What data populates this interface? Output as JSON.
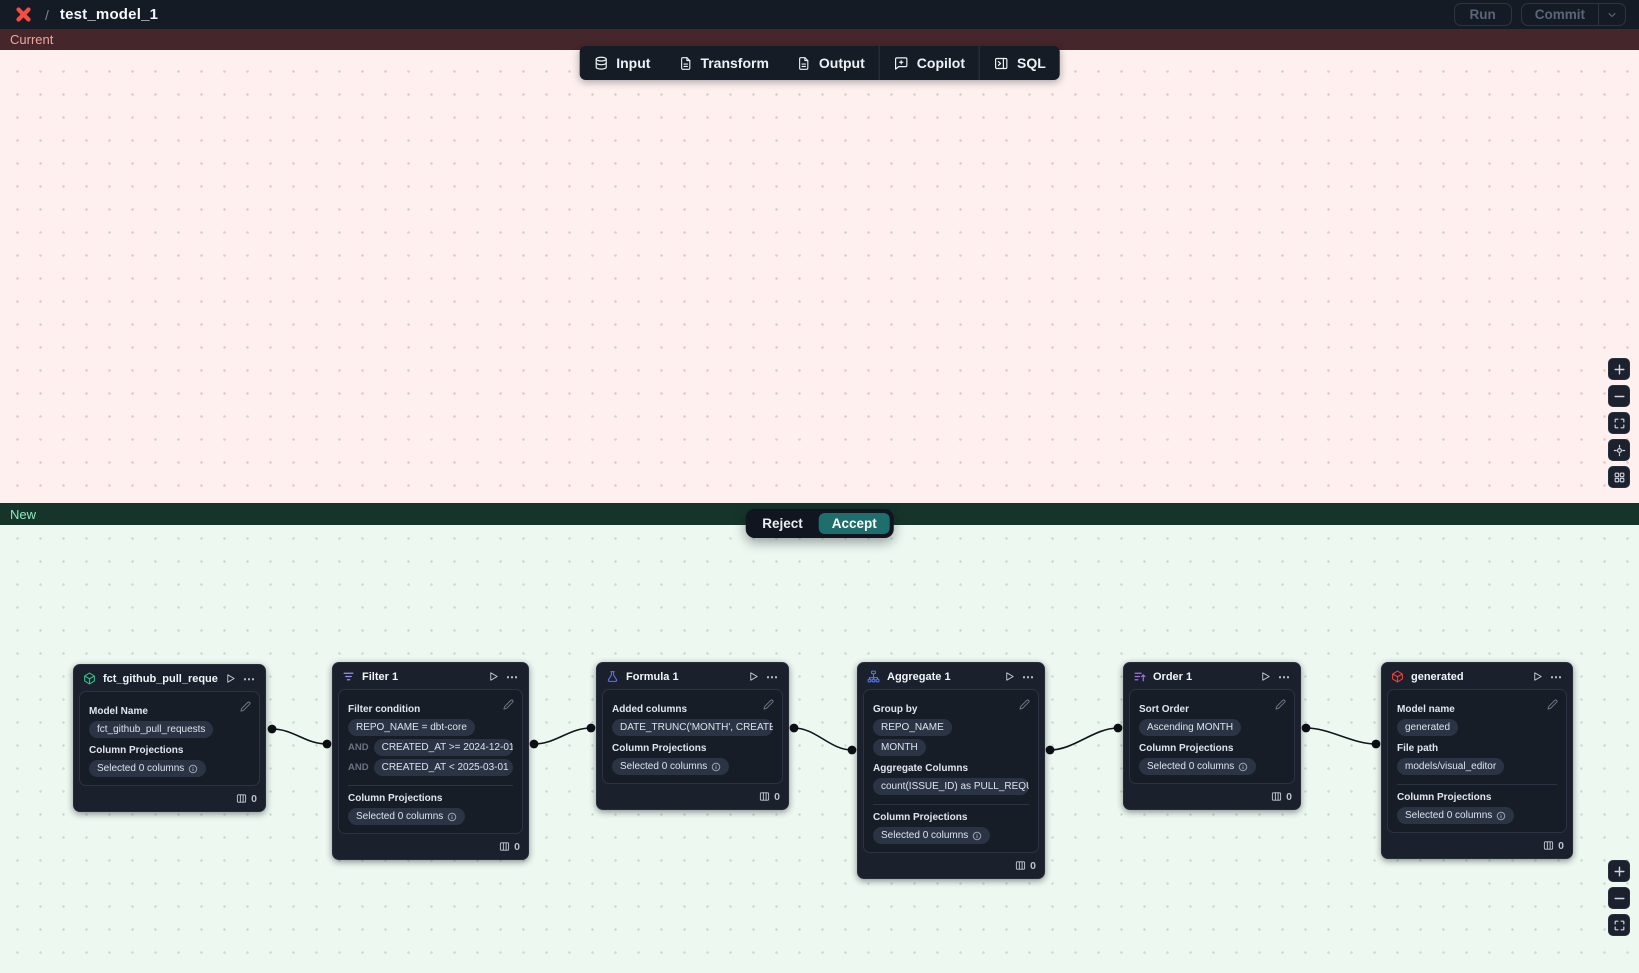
{
  "topbar": {
    "logo_icon": "dbt-logo",
    "separator": "/",
    "title": "test_model_1",
    "run_label": "Run",
    "commit_label": "Commit",
    "commit_chevron_icon": "chevron-down-icon"
  },
  "toolbar": {
    "items": [
      {
        "icon": "database-icon",
        "label": "Input"
      },
      {
        "icon": "document-icon",
        "label": "Transform"
      },
      {
        "icon": "document-icon",
        "label": "Output"
      },
      {
        "icon": "chat-plus-icon",
        "label": "Copilot"
      },
      {
        "icon": "panel-right-icon",
        "label": "SQL"
      }
    ]
  },
  "diff": {
    "current_label": "Current",
    "new_label": "New",
    "reject_label": "Reject",
    "accept_label": "Accept"
  },
  "canvas_controls": {
    "current": [
      "zoom-in",
      "zoom-out",
      "fit-view",
      "toggle-interactivity",
      "tidy-layout"
    ],
    "new": [
      "zoom-in",
      "zoom-out",
      "fit-view"
    ]
  },
  "nodes": [
    {
      "title": "fct_github_pull_requests",
      "icon": "cube-icon",
      "fields": [
        {
          "label": "Model Name",
          "pills": [
            {
              "text": "fct_github_pull_requests"
            }
          ]
        },
        {
          "label": "Column Projections",
          "pills": [
            {
              "text": "Selected 0 columns",
              "info": true
            }
          ]
        }
      ],
      "footer_count": "0"
    },
    {
      "title": "Filter 1",
      "icon": "filter-icon",
      "fields": [
        {
          "label": "Filter condition",
          "pills": [
            {
              "text": "REPO_NAME = dbt-core"
            },
            {
              "prefix": "AND",
              "text": "CREATED_AT >= 2024-12-01"
            },
            {
              "prefix": "AND",
              "text": "CREATED_AT < 2025-03-01"
            }
          ]
        },
        {
          "label": "Column Projections",
          "pills": [
            {
              "text": "Selected 0 columns",
              "info": true
            }
          ]
        }
      ],
      "footer_count": "0"
    },
    {
      "title": "Formula 1",
      "icon": "flask-icon",
      "fields": [
        {
          "label": "Added columns",
          "pills": [
            {
              "text": "DATE_TRUNC('MONTH', CREATED_AT…"
            }
          ]
        },
        {
          "label": "Column Projections",
          "pills": [
            {
              "text": "Selected 0 columns",
              "info": true
            }
          ]
        }
      ],
      "footer_count": "0"
    },
    {
      "title": "Aggregate 1",
      "icon": "sitemap-icon",
      "fields": [
        {
          "label": "Group by",
          "pills": [
            {
              "text": "REPO_NAME"
            },
            {
              "text": "MONTH"
            }
          ]
        },
        {
          "label": "Aggregate Columns",
          "pills": [
            {
              "text": "count(ISSUE_ID) as PULL_REQUEST_…"
            }
          ]
        },
        {
          "label": "Column Projections",
          "pills": [
            {
              "text": "Selected 0 columns",
              "info": true
            }
          ]
        }
      ],
      "footer_count": "0"
    },
    {
      "title": "Order 1",
      "icon": "sort-icon",
      "fields": [
        {
          "label": "Sort Order",
          "pills": [
            {
              "text": "Ascending MONTH"
            }
          ]
        },
        {
          "label": "Column Projections",
          "pills": [
            {
              "text": "Selected 0 columns",
              "info": true
            }
          ]
        }
      ],
      "footer_count": "0"
    },
    {
      "title": "generated",
      "icon": "cube-icon",
      "fields": [
        {
          "label": "Model name",
          "pills": [
            {
              "text": "generated"
            }
          ]
        },
        {
          "label": "File path",
          "pills": [
            {
              "text": "models/visual_editor"
            }
          ]
        },
        {
          "label": "Column Projections",
          "pills": [
            {
              "text": "Selected 0 columns",
              "info": true
            }
          ]
        }
      ],
      "footer_count": "0"
    }
  ],
  "colors": {
    "topbar_bg": "#151b24",
    "current_bar_bg": "#45262a",
    "current_bar_text": "#f0a79d",
    "current_canvas_bg": "#fdf0ee",
    "new_bar_bg": "#16352a",
    "new_bar_text": "#8fe5ba",
    "new_canvas_bg": "#edf8f1",
    "accept_button_bg": "#1d6e6c",
    "node_bg": "#1b212c",
    "pill_bg": "#2b3444",
    "dbt_logo_red": "#fb4a3e",
    "node_icon_green": "#2fbf8f",
    "node_icon_purple": "#998df7",
    "node_icon_indigo": "#6472f2",
    "node_icon_blue": "#4e7cf6",
    "node_icon_violet": "#a36df2",
    "node_icon_red": "#ee4037"
  }
}
